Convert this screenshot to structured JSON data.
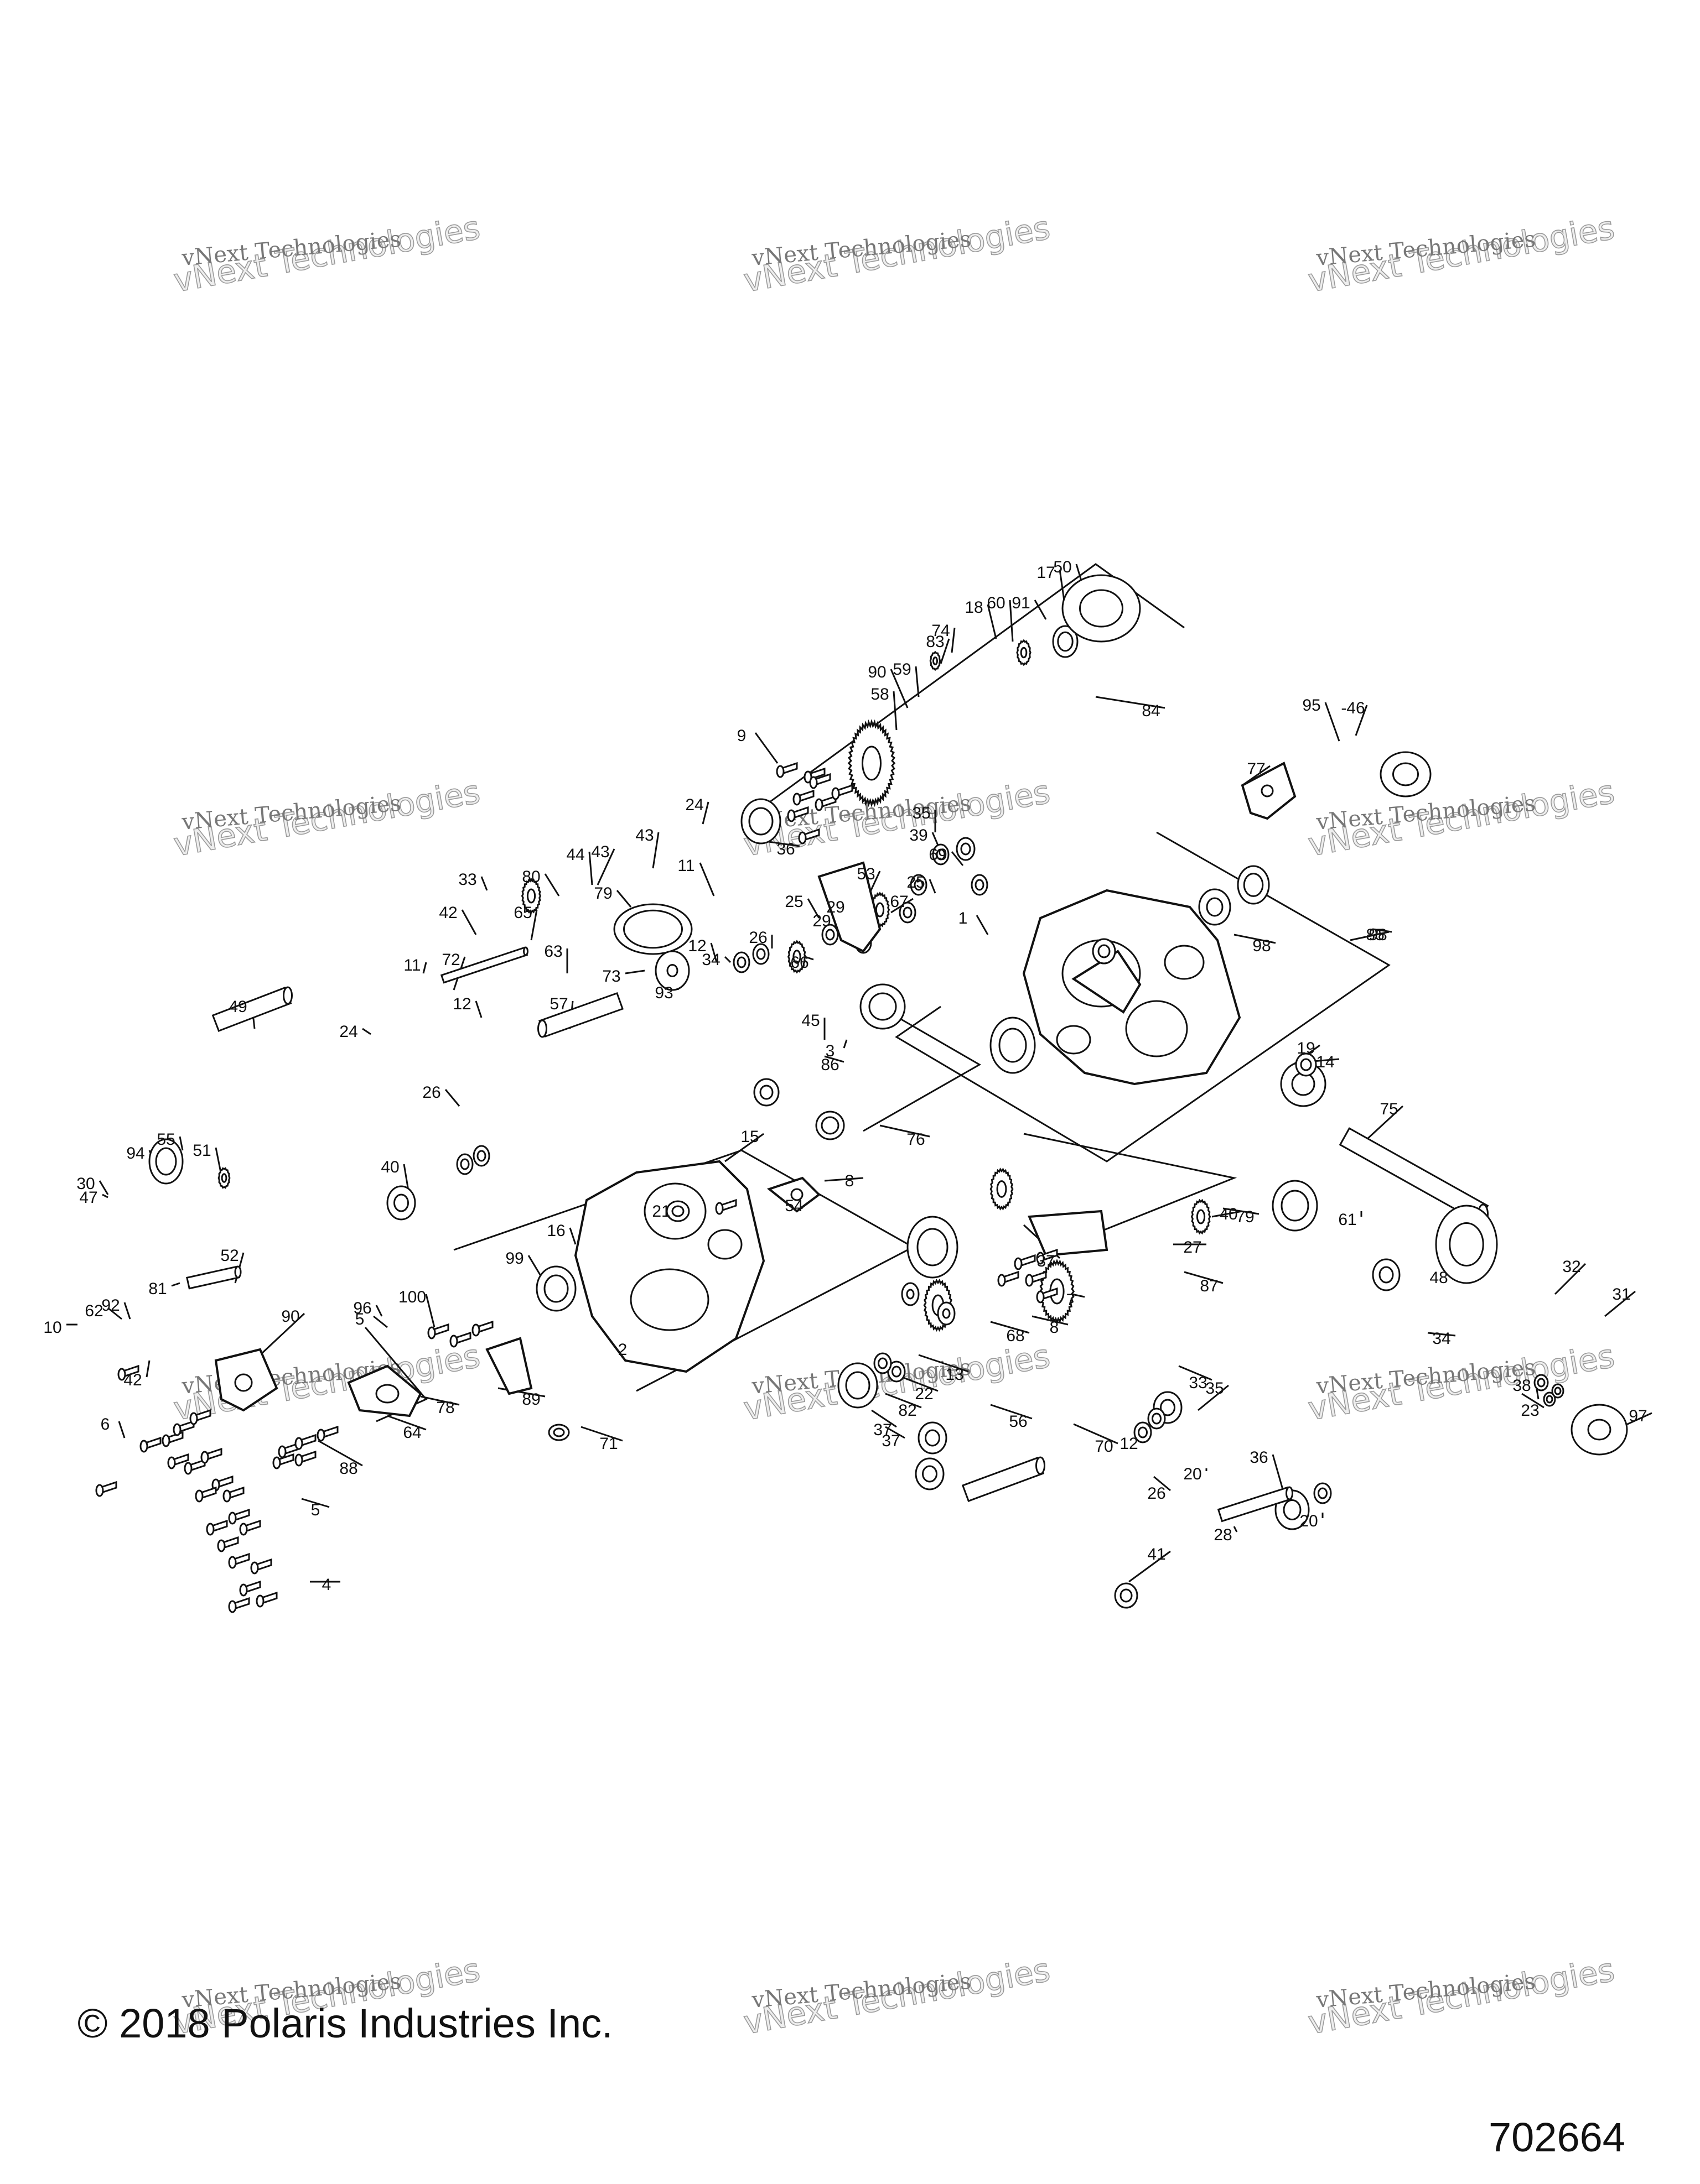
{
  "copyright": "© 2018 Polaris Industries Inc.",
  "diagram_number": "702664",
  "watermark": {
    "line1": "vNext Technologies",
    "line2": "vNext Technologies"
  },
  "callouts": [
    "1",
    "2",
    "3",
    "4",
    "5",
    "5",
    "6",
    "7",
    "8",
    "8",
    "9",
    "10",
    "11",
    "11",
    "12",
    "12",
    "12",
    "13",
    "14",
    "15",
    "16",
    "17",
    "18",
    "19",
    "20",
    "20",
    "21",
    "22",
    "23",
    "24",
    "24",
    "25",
    "25",
    "26",
    "26",
    "26",
    "27",
    "28",
    "29",
    "29",
    "30",
    "31",
    "32",
    "33",
    "33",
    "34",
    "34",
    "35",
    "35",
    "36",
    "36",
    "37",
    "37",
    "37",
    "38",
    "39",
    "40",
    "40",
    "41",
    "42",
    "42",
    "43",
    "43",
    "44",
    "45",
    "-46",
    "47",
    "48",
    "49",
    "50",
    "51",
    "52",
    "53",
    "54",
    "55",
    "56",
    "57",
    "58",
    "59",
    "60",
    "61",
    "62",
    "63",
    "64",
    "65",
    "66",
    "67",
    "68",
    "69",
    "70",
    "71",
    "72",
    "73",
    "74",
    "75",
    "76",
    "77",
    "78",
    "79",
    "79",
    "80",
    "81",
    "82",
    "83",
    "84",
    "85",
    "86",
    "87",
    "88",
    "89",
    "90",
    "90",
    "91",
    "92",
    "93",
    "94",
    "95",
    "96",
    "97",
    "98",
    "98",
    "99",
    "100"
  ]
}
